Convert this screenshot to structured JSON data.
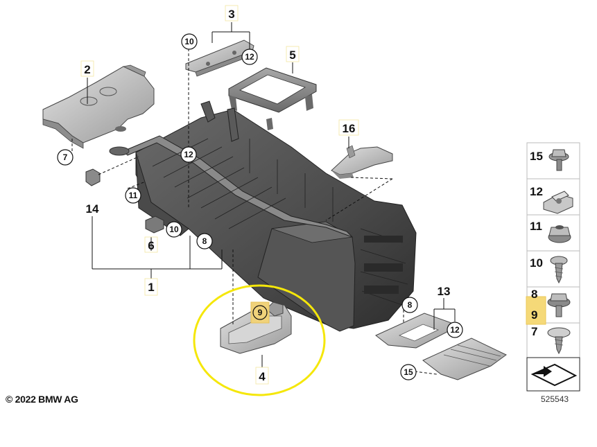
{
  "diagram": {
    "callouts": {
      "p1": "1",
      "p2": "2",
      "p3": "3",
      "p4": "4",
      "p5": "5",
      "p6": "6",
      "p13": "13",
      "p14": "14",
      "p16": "16"
    },
    "circled": {
      "c10a": "10",
      "c12a": "12",
      "c7": "7",
      "c12b": "12",
      "c11": "11",
      "c10b": "10",
      "c8a": "8",
      "c8b": "8",
      "c12c": "12",
      "c15": "15",
      "c9": "9"
    },
    "side_panel": [
      {
        "number": "15",
        "icon": "flange-bolt-icon"
      },
      {
        "number": "12",
        "icon": "clip-nut-icon"
      },
      {
        "number": "11",
        "icon": "hex-nut-icon"
      },
      {
        "number": "10",
        "icon": "tapping-screw-icon"
      },
      {
        "number": "8",
        "number2": "9",
        "icon": "hex-bolt-icon"
      },
      {
        "number": "7",
        "icon": "pan-head-screw-icon"
      }
    ],
    "highlight_color": "#f5e70a",
    "copyright": "© 2022 BMW AG",
    "diagram_id": "525543"
  }
}
